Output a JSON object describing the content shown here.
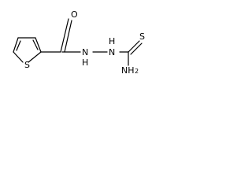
{
  "molecule": {
    "atoms": {
      "sulfur_ring": "S",
      "oxygen": "O",
      "n1": "N",
      "h1": "H",
      "n2": "N",
      "h2": "H",
      "sulfur_thione": "S",
      "amine_n": "NH",
      "amine_sub": "2"
    }
  }
}
